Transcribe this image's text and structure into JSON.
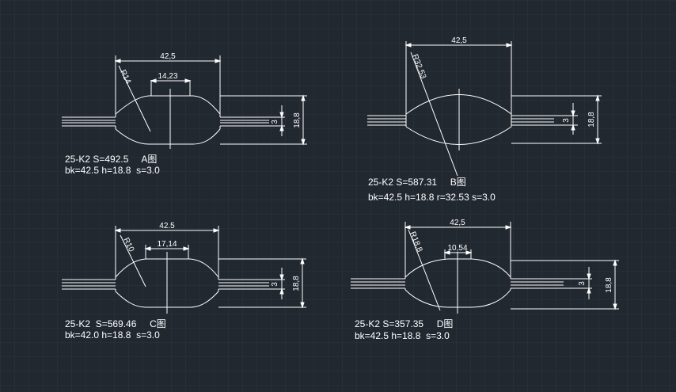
{
  "colors": {
    "background": "#212830",
    "grid": "#2b333d",
    "grid_major": "#333c47",
    "geometry": "#ffffff",
    "text": "#ffffff"
  },
  "drawings": [
    {
      "id": "A",
      "dim_length": "42,5",
      "dim_inner": "14,23",
      "dim_radius": "R14",
      "dim_thickness": "3",
      "dim_height": "18,8",
      "info_line1": "25-K2 S=492.5     A图",
      "info_line2": "bk=42.5 h=18.8  s=3.0"
    },
    {
      "id": "B",
      "dim_length": "42,5",
      "dim_radius": "R32,53",
      "dim_thickness": "3",
      "dim_height": "18,8",
      "info_line1": "25-K2 S=587.31     B图",
      "info_line2": "bk=42.5 h=18.8 r=32.53 s=3.0"
    },
    {
      "id": "C",
      "dim_length": "42.5",
      "dim_inner": "17,14",
      "dim_radius": "R10",
      "dim_thickness": "3",
      "dim_height": "18,8",
      "info_line1": "25-K2  S=569.46     C图",
      "info_line2": "bk=42.0 h=18.8  s=3.0"
    },
    {
      "id": "D",
      "dim_length": "42,5",
      "dim_inner": "10,54",
      "dim_radius": "R18,8",
      "dim_thickness": "3",
      "dim_height": "18,8",
      "info_line1": "25-K2 S=357.35     D图",
      "info_line2": "bk=42.5 h=18.8  s=3.0"
    }
  ]
}
